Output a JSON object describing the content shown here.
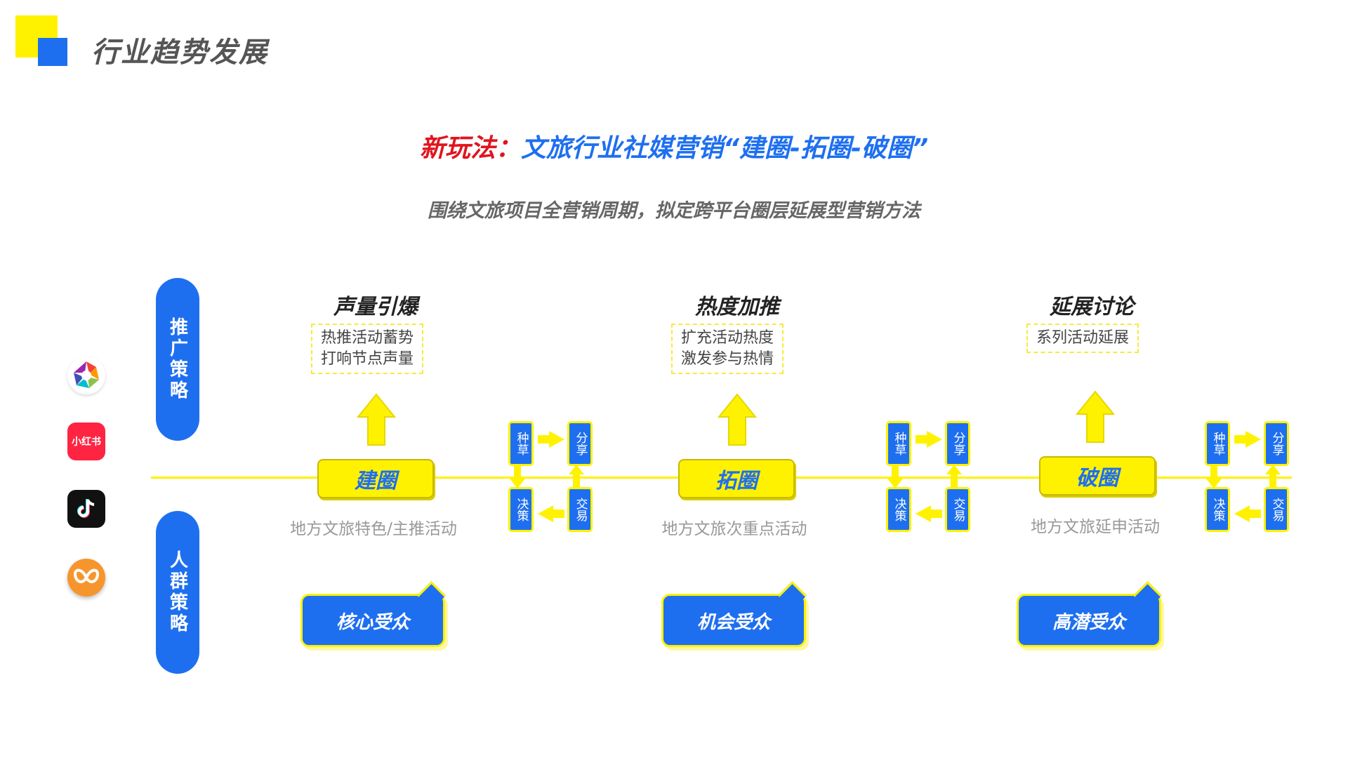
{
  "header": {
    "title": "行业趋势发展"
  },
  "headline": {
    "prefix": "新玩法：",
    "main": "文旅行业社媒营销“建圈-拓圈-破圈”"
  },
  "subtitle": "围绕文旅项目全营销周期，拟定跨平台圈层延展型营销方法",
  "pills": {
    "top": "推广策略",
    "bottom": "人群策略"
  },
  "apps": [
    {
      "icon": "camera-shutter-app-icon"
    },
    {
      "icon": "xiaohongshu-app-icon",
      "label": "小红书"
    },
    {
      "icon": "tiktok-app-icon"
    },
    {
      "icon": "orange-butterfly-app-icon"
    }
  ],
  "stages": [
    {
      "title": "声量引爆",
      "box_lines": [
        "热推活动蓄势",
        "打响节点声量"
      ],
      "circle": "建圈",
      "desc": "地方文旅特色/主推活动",
      "audience": "核心受众"
    },
    {
      "title": "热度加推",
      "box_lines": [
        "扩充活动热度",
        "激发参与热情"
      ],
      "circle": "拓圈",
      "desc": "地方文旅次重点活动",
      "audience": "机会受众"
    },
    {
      "title": "延展讨论",
      "box_lines": [
        "系列活动延展"
      ],
      "circle": "破圈",
      "desc": "地方文旅延申活动",
      "audience": "高潜受众"
    }
  ],
  "cycle": {
    "tl": "种草",
    "tr": "分享",
    "bl": "决策",
    "br": "交易"
  },
  "colors": {
    "blue": "#1e6ff0",
    "yellow": "#fff200",
    "red": "#e0141e"
  }
}
